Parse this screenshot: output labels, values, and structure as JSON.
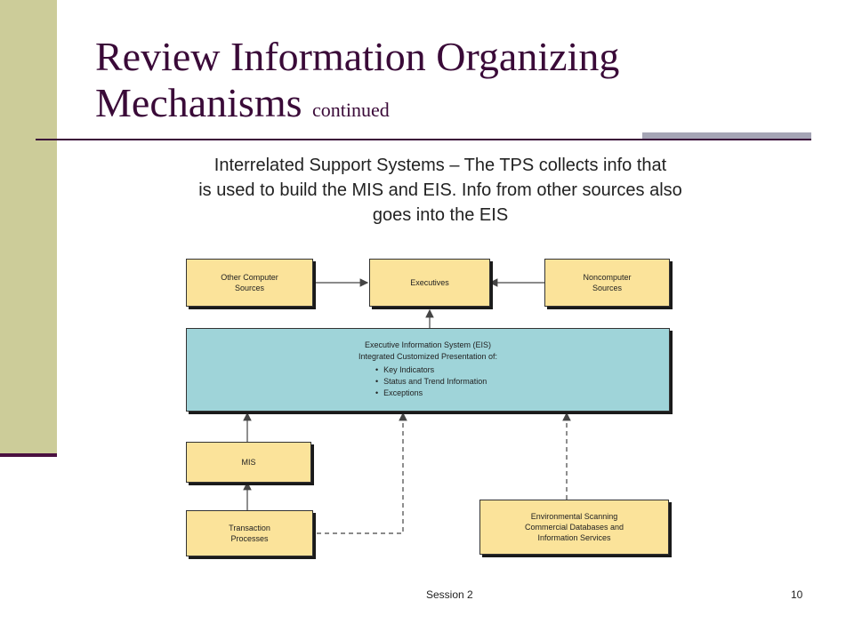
{
  "slide": {
    "title_main": "Review Information Organizing Mechanisms",
    "title_suffix": "continued",
    "subtitle_line1": "Interrelated Support Systems – The TPS collects info that",
    "subtitle_line2": "is used to build the MIS and EIS. Info from other sources also",
    "subtitle_line3": "goes into the EIS",
    "footer_session": "Session 2",
    "page_number": "10"
  },
  "diagram": {
    "other_sources": [
      "Other Computer",
      "Sources"
    ],
    "executives": "Executives",
    "noncomputer": [
      "Noncomputer",
      "Sources"
    ],
    "eis_title": "Executive Information System (EIS)",
    "eis_subtitle": "Integrated Customized Presentation of:",
    "eis_bullets": [
      "Key Indicators",
      "Status and Trend Information",
      "Exceptions"
    ],
    "mis": "MIS",
    "transaction": [
      "Transaction",
      "Processes"
    ],
    "environmental": [
      "Environmental Scanning",
      "Commercial Databases and",
      "Information Services"
    ]
  },
  "colors": {
    "title": "#3a0a38",
    "box_fill": "#fbe39a",
    "eis_fill": "#9fd4d9",
    "left_bar": "#cccc99"
  }
}
